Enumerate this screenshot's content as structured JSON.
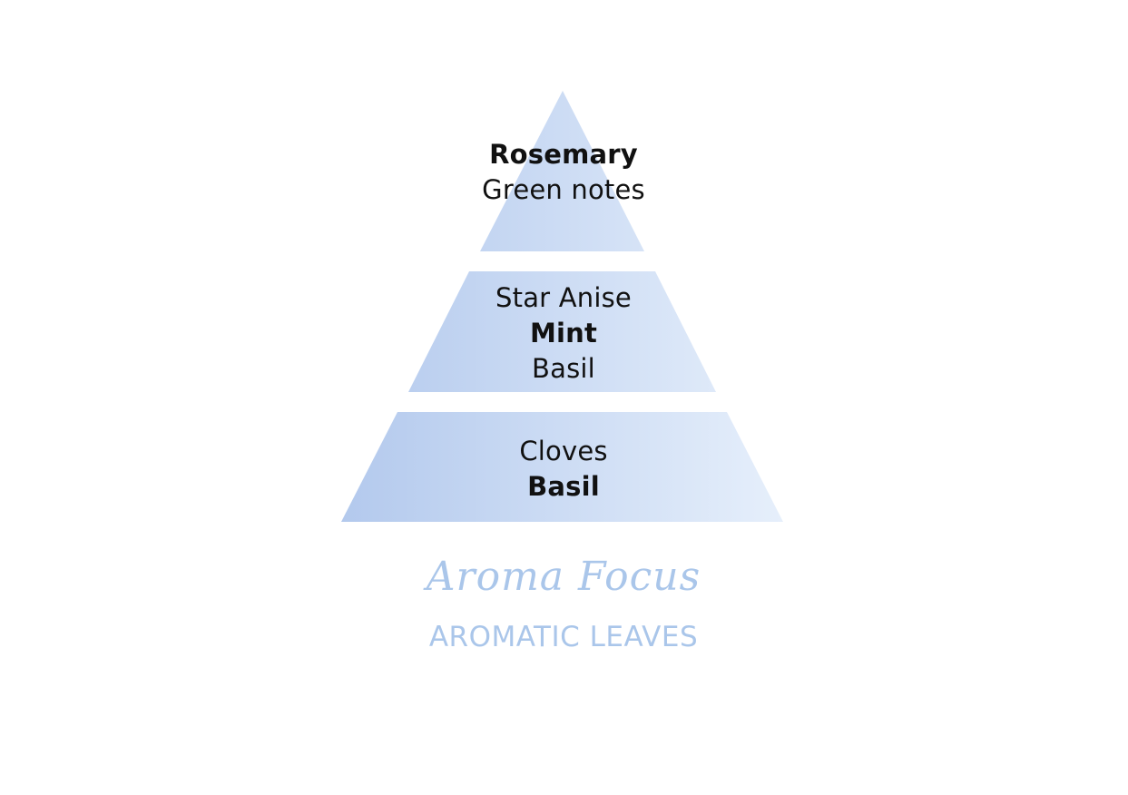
{
  "colors": {
    "tier_gradient_start": "#b3c9ed",
    "tier_gradient_end": "#e6effb",
    "text": "#111111",
    "brand": "#aac6ea"
  },
  "pyramid": {
    "tiers": [
      {
        "notes": [
          {
            "text": "Rosemary",
            "bold": true
          },
          {
            "text": "Green notes",
            "bold": false
          }
        ]
      },
      {
        "notes": [
          {
            "text": "Star Anise",
            "bold": false
          },
          {
            "text": "Mint",
            "bold": true
          },
          {
            "text": "Basil",
            "bold": false
          }
        ]
      },
      {
        "notes": [
          {
            "text": "Cloves",
            "bold": false
          },
          {
            "text": "Basil",
            "bold": true
          }
        ]
      }
    ]
  },
  "brand": {
    "script_title": "Aroma Focus",
    "collection": "AROMATIC LEAVES"
  }
}
